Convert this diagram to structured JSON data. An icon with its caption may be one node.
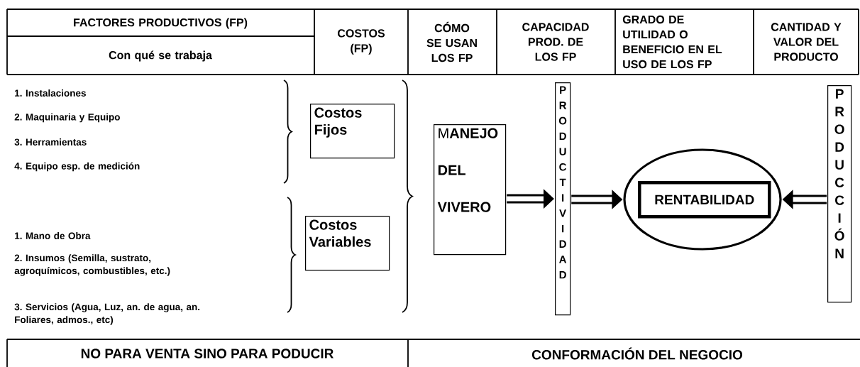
{
  "diagram": {
    "nodes": [
      {
        "text": [
          "Costos Fijos"
        ]
      },
      {
        "text": [
          "Costos Variables"
        ]
      },
      {
        "text": [
          "M**ANEJO DEL VIVERO**"
        ]
      },
      {
        "text": [
          "PRODUCTIVIDAD"
        ]
      },
      {
        "text": [],
        "shape": "ellipse"
      },
      {
        "text": [
          "RENTABILIDAD"
        ],
        "in": 4
      },
      {
        "text": [
          "PRODUCCIÓN"
        ]
      }
    ],
    "edges": [
      {
        "from": 2,
        "to": 3,
        "arrow": "to"
      },
      {
        "from": 3,
        "to": 4,
        "arrow": "to"
      },
      {
        "from": 6,
        "to": 4,
        "arrow": "to"
      }
    ],
    "labels": [
      "FACTORES PRODUCTIVOS (FP)",
      "COSTOS (FP)",
      "CÓMO SE USAN LOS FP",
      "CAPACIDAD PROD. DE LOS FP",
      "GRADO DE UTILIDAD O BENEFICIO EN EL USO DE LOS FP",
      "CANTIDAD Y VALOR DEL PRODUCTO",
      "Con qué se trabaja",
      "1. Instalaciones",
      "2. Maquinaria y Equipo",
      "3. Herramientas",
      "4. Equipo esp. de medición",
      "1. Mano de Obra",
      "2. Insumos (Semilla, sustrato, agroquímicos, combustibles, etc.)",
      "3. Servicios (Agua, Luz, an. de agua, an. Foliares, admos., etc)",
      "NO PARA VENTA SINO PARA PODUCIR",
      "CONFORMACIÓN DEL NEGOCIO"
    ]
  }
}
